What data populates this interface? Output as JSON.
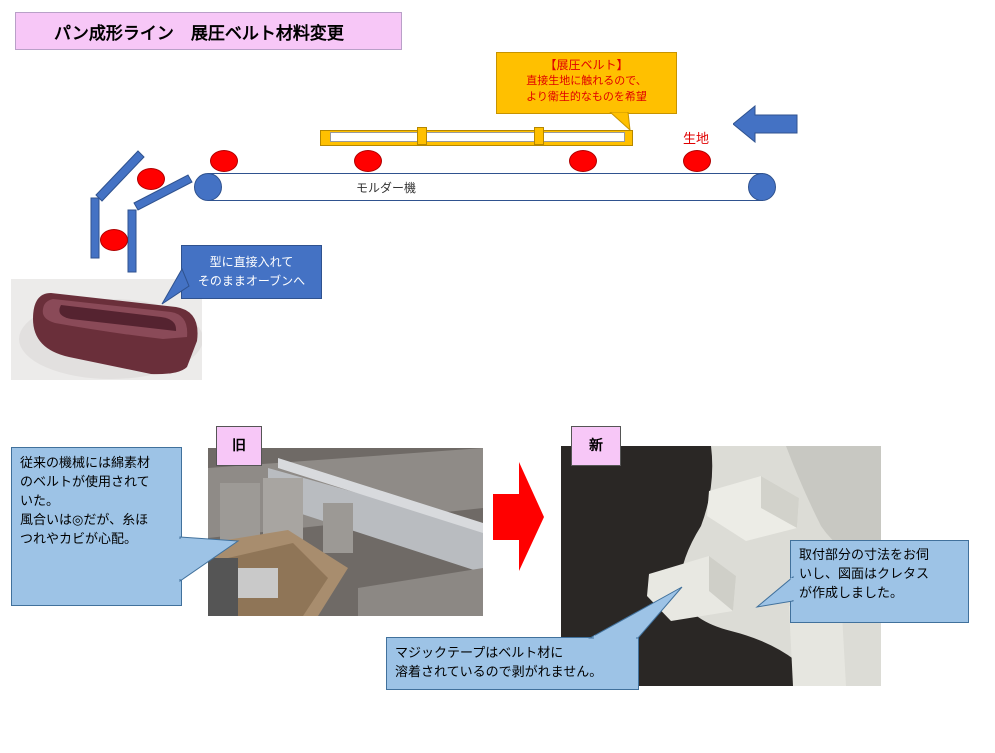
{
  "title": "パン成形ライン　展圧ベルト材料変更",
  "belt_callout": {
    "heading": "【展圧ベルト】",
    "line1": "直接生地に触れるので、",
    "line2": "より衛生的なものを希望"
  },
  "dough_label": "生地",
  "moulder_label": "モルダー機",
  "pan_callout": {
    "line1": "型に直接入れて",
    "line2": "そのままオーブンへ"
  },
  "old_tag": "旧",
  "new_tag": "新",
  "old_callout": {
    "line1": "従来の機械には綿素材",
    "line2": "のベルトが使用されて",
    "line3": "いた。",
    "line4": "風合いは◎だが、糸ほ",
    "line5": "つれやカビが心配。"
  },
  "new_callout_right": {
    "line1": "取付部分の寸法をお伺",
    "line2": "いし、図面はクレタス",
    "line3": "が作成しました。"
  },
  "new_callout_bottom": {
    "line1": "マジックテープはベルト材に",
    "line2": "溶着されているので剥がれません。"
  },
  "colors": {
    "dough": "#ff0000",
    "roller": "#4472c4",
    "belt_rail": "#ffc000",
    "title_bg": "#f7c7f7",
    "callout_blue": "#4472c4",
    "callout_lightblue": "#9dc3e6",
    "arrow_red": "#ff0000"
  }
}
